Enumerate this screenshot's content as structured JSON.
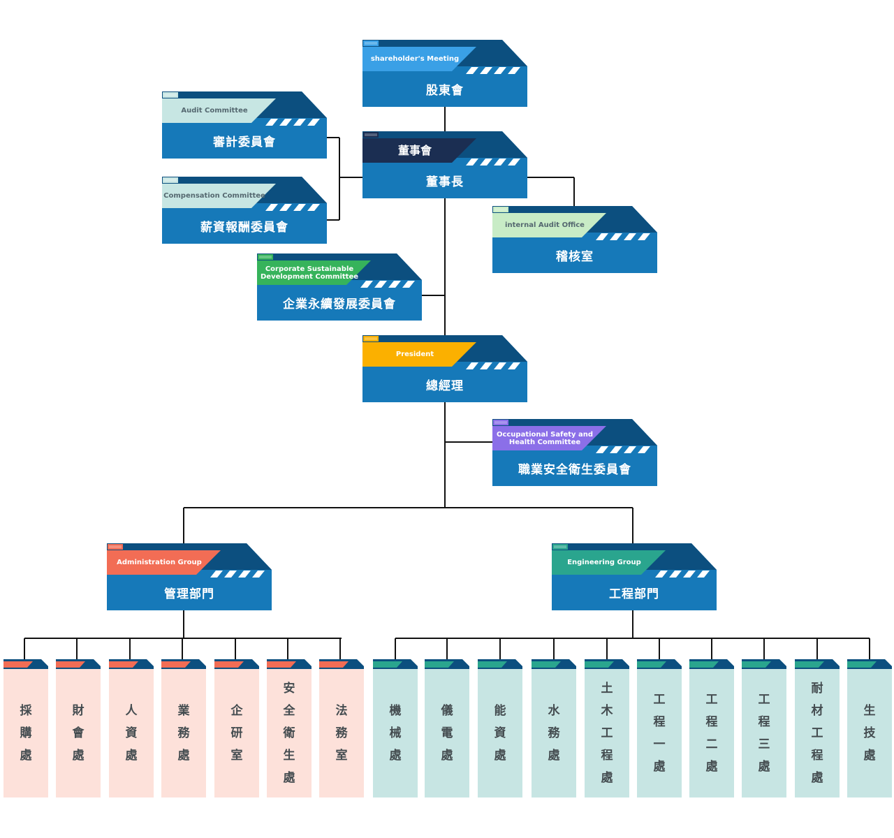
{
  "colors": {
    "box": "#1679b9",
    "tab_dark": "#0c4f7f",
    "line": "#111111",
    "admin_leaf": "#fde1da",
    "admin_tab": "#f26d55",
    "eng_leaf": "#c7e5e3",
    "eng_tab": "#2aa58e"
  },
  "nodes": {
    "shareholders": {
      "en": "shareholder's Meeting",
      "zh": "股東會",
      "accent": "#3aa0e6"
    },
    "board": {
      "en": "董事會",
      "zh": "董事長",
      "accent": "#1b2e52"
    },
    "audit": {
      "en": "Audit Committee",
      "zh": "審計委員會",
      "accent": "#c7e6e3"
    },
    "compensation": {
      "en": "Compensation Committee",
      "zh": "薪資報酬委員會",
      "accent": "#c7e6e3"
    },
    "internal_audit": {
      "en": "internal Audit Office",
      "zh": "稽核室",
      "accent": "#c8ecc6"
    },
    "csd": {
      "en": "Corporate Sustainable Development Committee",
      "zh": "企業永續發展委員會",
      "accent": "#36b35b"
    },
    "president": {
      "en": "President",
      "zh": "總經理",
      "accent": "#fbb000"
    },
    "osh": {
      "en": "Occupational Safety and Health Committee",
      "zh": "職業安全衛生委員會",
      "accent": "#8b6fe8"
    },
    "admin": {
      "en": "Administration Group",
      "zh": "管理部門",
      "accent": "#f26d55"
    },
    "eng": {
      "en": "Engineering Group",
      "zh": "工程部門",
      "accent": "#2aa58e"
    }
  },
  "admin_units": [
    "採購處",
    "財會處",
    "人資處",
    "業務處",
    "企研室",
    "安全衛生處",
    "法務室"
  ],
  "eng_units": [
    "機械處",
    "儀電處",
    "能資處",
    "水務處",
    "土木工程處",
    "工程一處",
    "工程二處",
    "工程三處",
    "耐材工程處",
    "生技處"
  ]
}
